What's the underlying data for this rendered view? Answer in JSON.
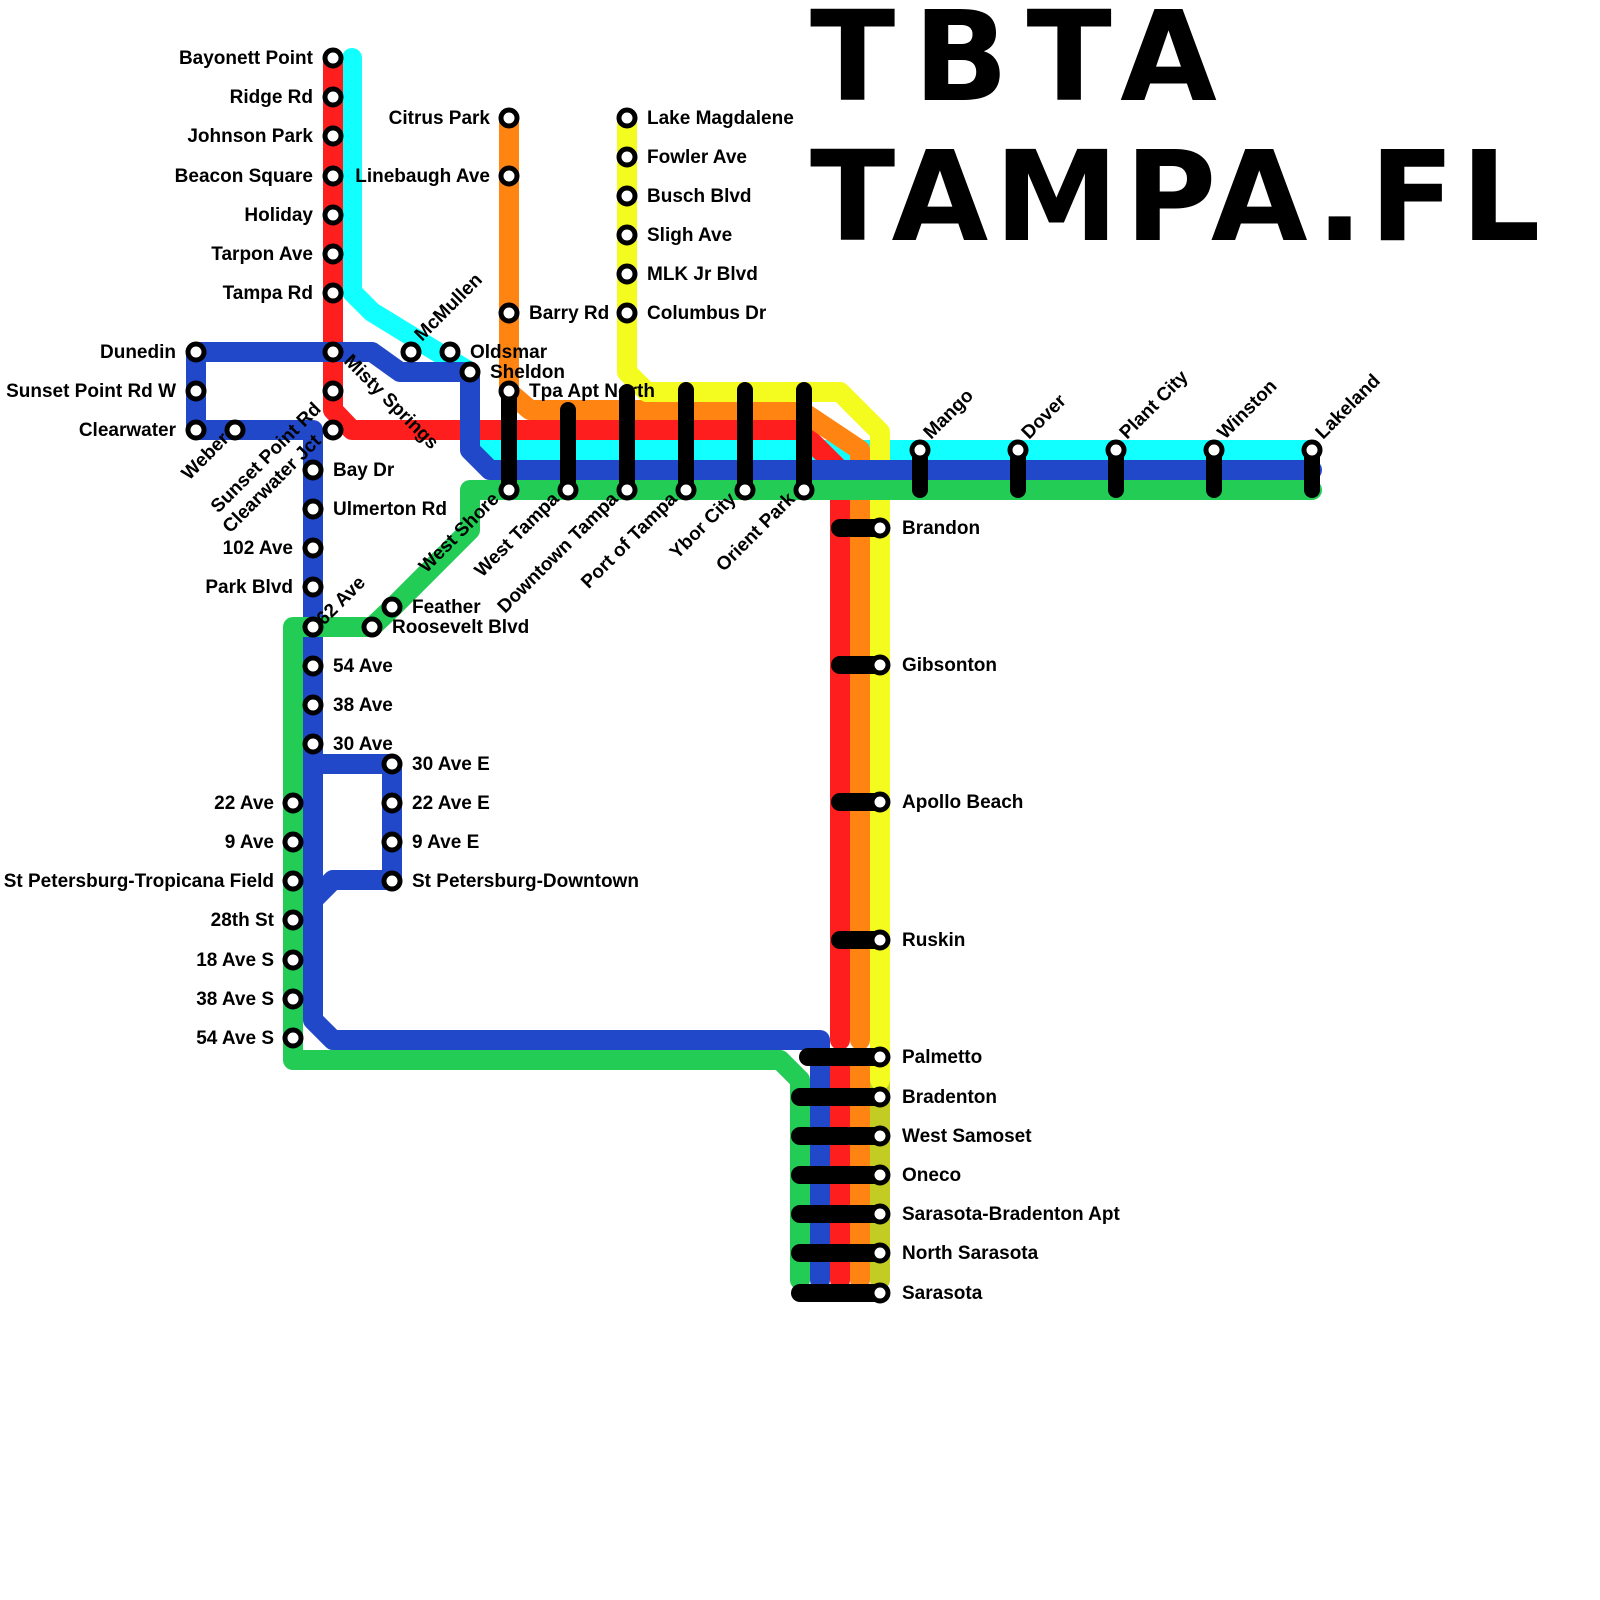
{
  "title": {
    "line1": "TBTA",
    "line2": "TAMPA.FL"
  },
  "colors": {
    "cyan": "#12FFFF",
    "red": "#FF1E1E",
    "orange": "#FF8412",
    "yellow": "#F4FB1E",
    "blue": "#2148C9",
    "green": "#22CC55",
    "olive": "#C2CC22",
    "black": "#000000",
    "background": "#FFFFFF"
  },
  "stations": {
    "bayonett_point": "Bayonett Point",
    "ridge_rd": "Ridge Rd",
    "johnson_park": "Johnson Park",
    "beacon_square": "Beacon Square",
    "holiday": "Holiday",
    "tarpon_ave": "Tarpon Ave",
    "tampa_rd": "Tampa Rd",
    "dunedin": "Dunedin",
    "sunset_point_w": "Sunset Point Rd W",
    "clearwater": "Clearwater",
    "weber": "Weber",
    "sunset_point": "Sunset Point Rd",
    "clearwater_jct": "Clearwater Jct",
    "misty_springs": "Misty Springs",
    "mcmullen": "McMullen",
    "oldsmar": "Oldsmar",
    "sheldon": "Sheldon",
    "citrus_park": "Citrus Park",
    "linebaugh_ave": "Linebaugh Ave",
    "barry_rd": "Barry Rd",
    "tpa_apt_north": "Tpa Apt North",
    "lake_magdalene": "Lake Magdalene",
    "fowler_ave": "Fowler Ave",
    "busch_blvd": "Busch Blvd",
    "sligh_ave": "Sligh Ave",
    "mlk_jr_blvd": "MLK Jr Blvd",
    "columbus_dr": "Columbus Dr",
    "bay_dr": "Bay Dr",
    "ulmerton_rd": "Ulmerton Rd",
    "ave_102": "102 Ave",
    "park_blvd": "Park Blvd",
    "ave_62": "62 Ave",
    "feather": "Feather",
    "roosevelt_blvd": "Roosevelt Blvd",
    "ave_54": "54 Ave",
    "ave_38": "38 Ave",
    "ave_30": "30 Ave",
    "ave_30e": "30 Ave E",
    "ave_22e": "22 Ave E",
    "ave_9e": "9 Ave E",
    "stpete_downtown": "St Petersburg-Downtown",
    "ave_22": "22 Ave",
    "ave_9": "9 Ave",
    "stpete_tropicana": "St Petersburg-Tropicana Field",
    "st_28th": "28th St",
    "ave_18s": "18 Ave S",
    "ave_38s": "38 Ave S",
    "ave_54s": "54 Ave S",
    "west_shore": "West Shore",
    "west_tampa": "West Tampa",
    "downtown_tampa": "Downtown Tampa",
    "port_of_tampa": "Port of Tampa",
    "ybor_city": "Ybor City",
    "orient_park": "Orient Park",
    "mango": "Mango",
    "dover": "Dover",
    "plant_city": "Plant City",
    "winston": "Winston",
    "lakeland": "Lakeland",
    "brandon": "Brandon",
    "gibsonton": "Gibsonton",
    "apollo_beach": "Apollo Beach",
    "ruskin": "Ruskin",
    "palmetto": "Palmetto",
    "bradenton": "Bradenton",
    "west_samoset": "West Samoset",
    "oneco": "Oneco",
    "sarasota_bradenton_apt": "Sarasota-Bradenton Apt",
    "north_sarasota": "North Sarasota",
    "sarasota": "Sarasota"
  }
}
